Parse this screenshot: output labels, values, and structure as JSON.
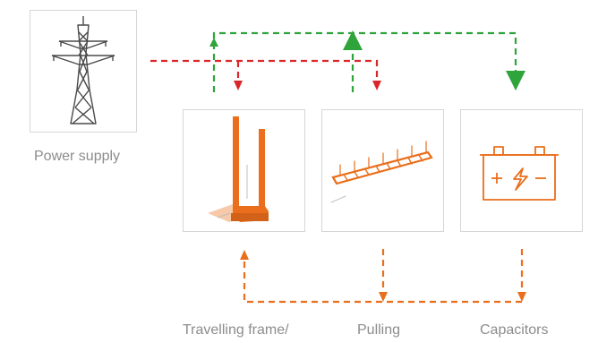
{
  "labels": {
    "power_supply": "Power supply",
    "travelling_frame": "Travelling frame/",
    "pulling": "Pulling",
    "capacitors": "Capacitors"
  },
  "colors": {
    "green": "#2ea43a",
    "red": "#d9262b",
    "orange": "#ea6e1b",
    "box_border": "#d6d6d6",
    "label_text": "#8c8c8c",
    "tower": "#4a4a4a"
  },
  "icons": {
    "power_supply": "power-pylon-icon",
    "travelling_frame": "travelling-frame-icon",
    "pulling": "pulling-beam-icon",
    "capacitors": "battery-icon"
  }
}
